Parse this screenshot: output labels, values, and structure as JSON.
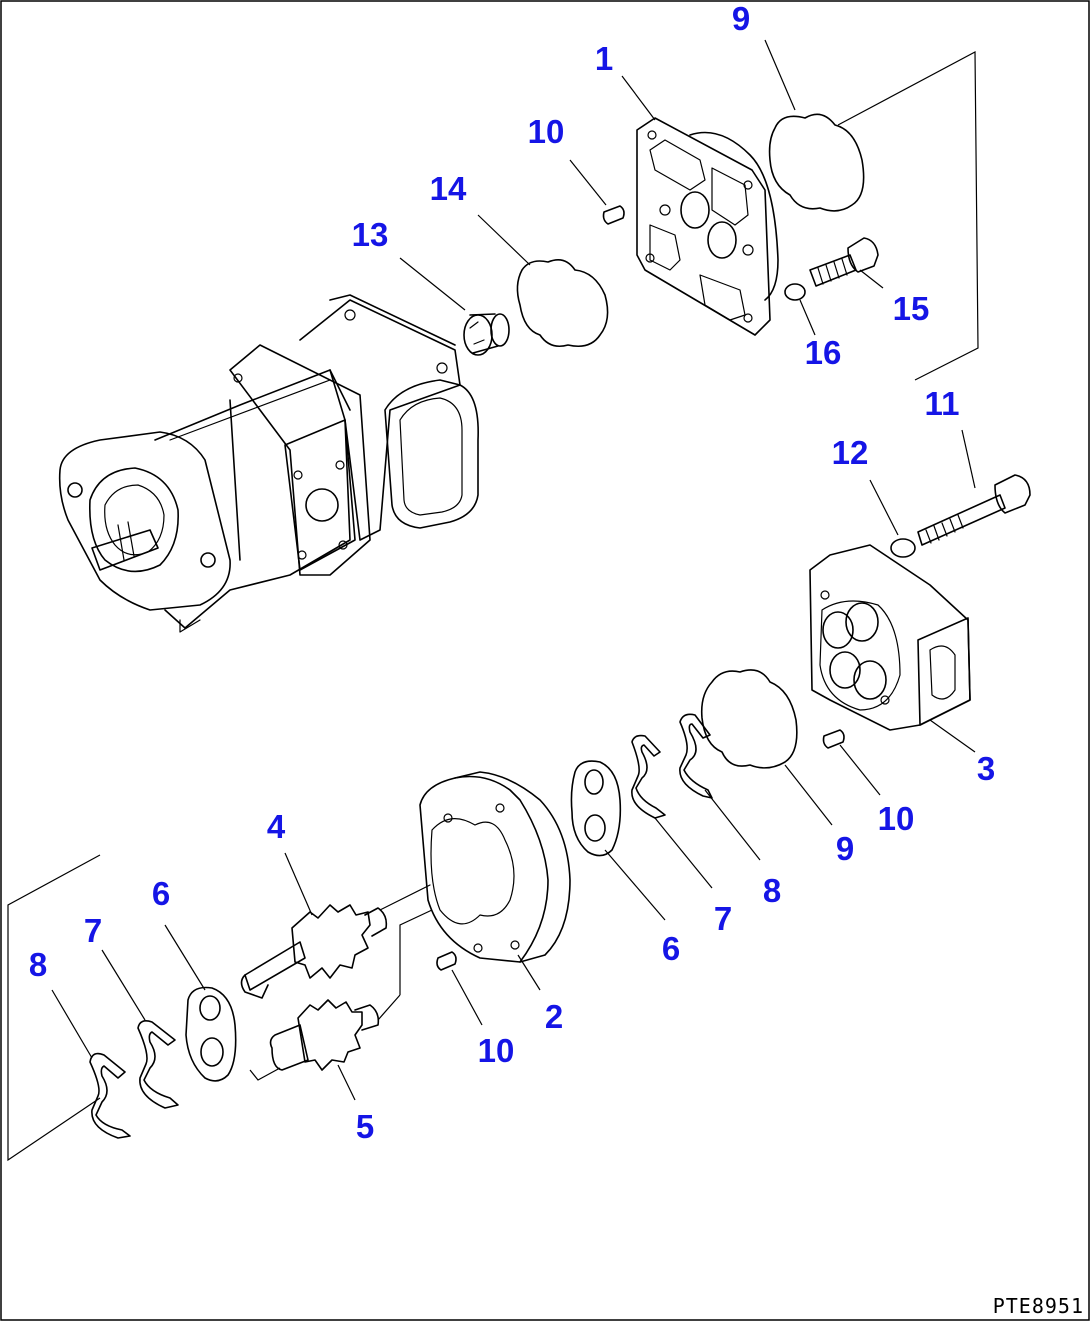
{
  "drawing_number": "PTE8951",
  "callout_color": "#1515e6",
  "callouts": {
    "c1": "1",
    "c9_top": "9",
    "c10_top": "10",
    "c14": "14",
    "c13": "13",
    "c15": "15",
    "c16": "16",
    "c11": "11",
    "c12": "12",
    "c3": "3",
    "c10_right": "10",
    "c9_mid": "9",
    "c8_mid": "8",
    "c7_mid": "7",
    "c6_mid": "6",
    "c2": "2",
    "c10_bottom": "10",
    "c4": "4",
    "c5": "5",
    "c6_left": "6",
    "c7_left": "7",
    "c8_left": "8"
  }
}
